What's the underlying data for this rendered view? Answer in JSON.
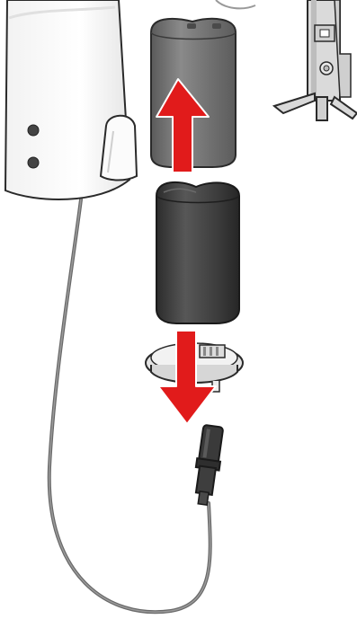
{
  "figure": {
    "type": "assembly-illustration",
    "labels": []
  },
  "parts": [
    {
      "id": "main-unit",
      "icon": "dispenser-body"
    },
    {
      "id": "battery-cover",
      "icon": "battery-cover"
    },
    {
      "id": "battery-pack",
      "icon": "battery-pack"
    },
    {
      "id": "connector-cap",
      "icon": "connector-cap"
    },
    {
      "id": "plug",
      "icon": "cable-plug"
    },
    {
      "id": "wall-bracket",
      "icon": "wall-bracket"
    }
  ],
  "arrows": [
    {
      "id": "up-arrow",
      "direction": "up",
      "color": "#e11b1b"
    },
    {
      "id": "down-arrow",
      "direction": "down",
      "color": "#e11b1b"
    }
  ],
  "colors": {
    "arrow": "#e11b1b",
    "cover": "#6e6e6e",
    "battery": "#3f3f3f",
    "body": "#ffffff",
    "outline": "#2a2a2a",
    "cable": "#707070",
    "bracket": "#d9d9d9"
  }
}
